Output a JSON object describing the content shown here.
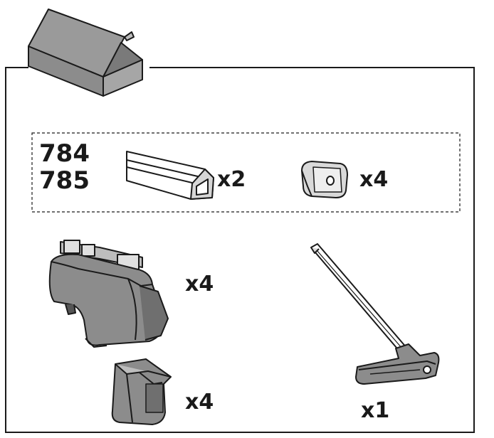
{
  "models": [
    "784",
    "785"
  ],
  "quantities": {
    "bars": "x2",
    "end_caps": "x4",
    "feet": "x4",
    "foot_pads": "x4",
    "tool": "x1"
  },
  "icons": [
    "box-icon",
    "roof-bar-icon",
    "end-cap-icon",
    "roof-rack-foot-icon",
    "foot-pad-icon",
    "key-tool-icon"
  ],
  "colors": {
    "line": "#1a1a1a",
    "fill_gray": "#8c8c8c",
    "fill_light": "#bdbdbd",
    "fill_dark": "#555555"
  }
}
